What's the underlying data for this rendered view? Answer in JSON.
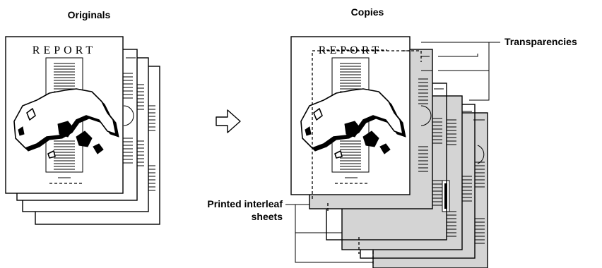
{
  "headings": {
    "originals": "Originals",
    "copies": "Copies"
  },
  "document": {
    "cover_title": "REPORT"
  },
  "callouts": {
    "transparencies": "Transparencies",
    "interleaf_line1": "Printed interleaf",
    "interleaf_line2": "sheets"
  },
  "icons": {
    "process_arrow": "outline-right-arrow-icon",
    "map": "world-map-icon"
  },
  "colors": {
    "interleaf_sheet": "#d4d4d4",
    "paper": "#ffffff",
    "ink": "#000000"
  }
}
